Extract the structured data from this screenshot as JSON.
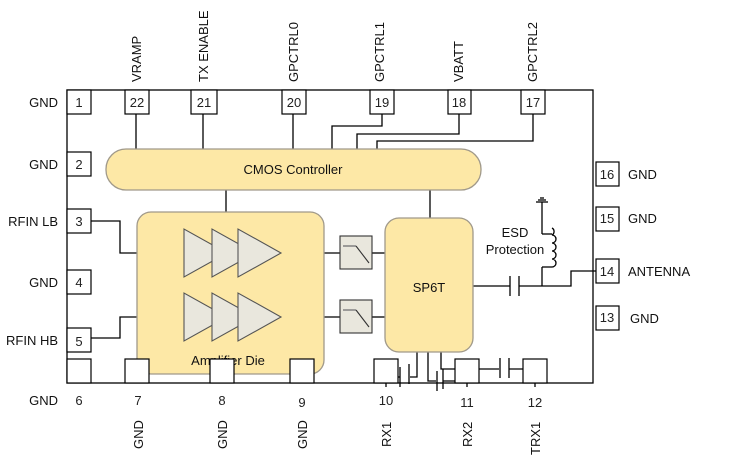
{
  "diagram": {
    "title": "RF Front-End Module Block Diagram",
    "colors": {
      "block_fill": "#fde8a6",
      "block_stroke": "#a0998a",
      "amp_fill": "#e9e7dd",
      "wire": "#000000"
    },
    "blocks": {
      "cmos": "CMOS Controller",
      "amplifier": "Amplifier Die",
      "switch": "SP6T",
      "esd_line1": "ESD",
      "esd_line2": "Protection"
    },
    "pins": {
      "p1": {
        "num": "1",
        "label": "GND"
      },
      "p2": {
        "num": "2",
        "label": "GND"
      },
      "p3": {
        "num": "3",
        "label": "RFIN LB"
      },
      "p4": {
        "num": "4",
        "label": "GND"
      },
      "p5": {
        "num": "5",
        "label": "RFIN HB"
      },
      "p6": {
        "num": "6",
        "label": "GND"
      },
      "p7": {
        "num": "7",
        "label": "GND"
      },
      "p8": {
        "num": "8",
        "label": "GND"
      },
      "p9": {
        "num": "9",
        "label": "GND"
      },
      "p10": {
        "num": "10",
        "label": "RX1"
      },
      "p11": {
        "num": "11",
        "label": "RX2"
      },
      "p12": {
        "num": "12",
        "label": "TRX1"
      },
      "p13": {
        "num": "13",
        "label": "GND"
      },
      "p14": {
        "num": "14",
        "label": "ANTENNA"
      },
      "p15": {
        "num": "15",
        "label": "GND"
      },
      "p16": {
        "num": "16",
        "label": "GND"
      },
      "p17": {
        "num": "17",
        "label": "GPCTRL2"
      },
      "p18": {
        "num": "18",
        "label": "VBATT"
      },
      "p19": {
        "num": "19",
        "label": "GPCTRL1"
      },
      "p20": {
        "num": "20",
        "label": "GPCTRL0"
      },
      "p21": {
        "num": "21",
        "label": "TX ENABLE"
      },
      "p22": {
        "num": "22",
        "label": "VRAMP"
      }
    }
  }
}
